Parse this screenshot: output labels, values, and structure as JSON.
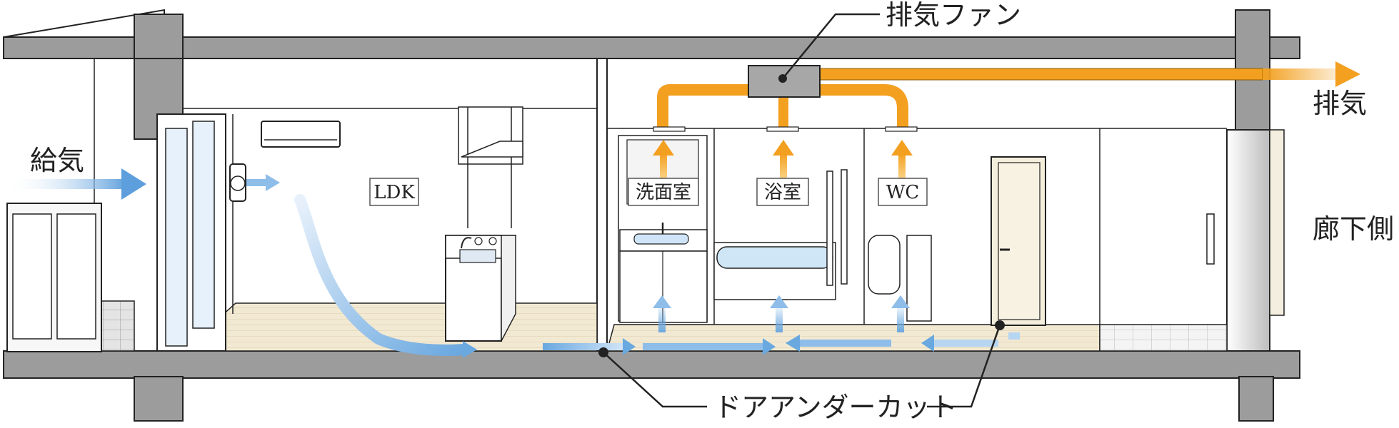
{
  "labels": {
    "exhaust_fan": "排気ファン",
    "exhaust": "排気",
    "supply": "給気",
    "corridor_side": "廊下側",
    "door_undercut": "ドアアンダーカット"
  },
  "rooms": {
    "ldk": "LDK",
    "washroom": "洗面室",
    "bathroom": "浴室",
    "wc": "WC"
  },
  "colors": {
    "duct": "#f3a020",
    "duct_light": "#fcd27a",
    "supply_air": "#6aa8e0",
    "supply_air_light": "#cfe4f7",
    "structure": "#9a9a9a",
    "outline": "#222222",
    "floor": "#f2e9d2",
    "tile": "#d9d9d9"
  }
}
